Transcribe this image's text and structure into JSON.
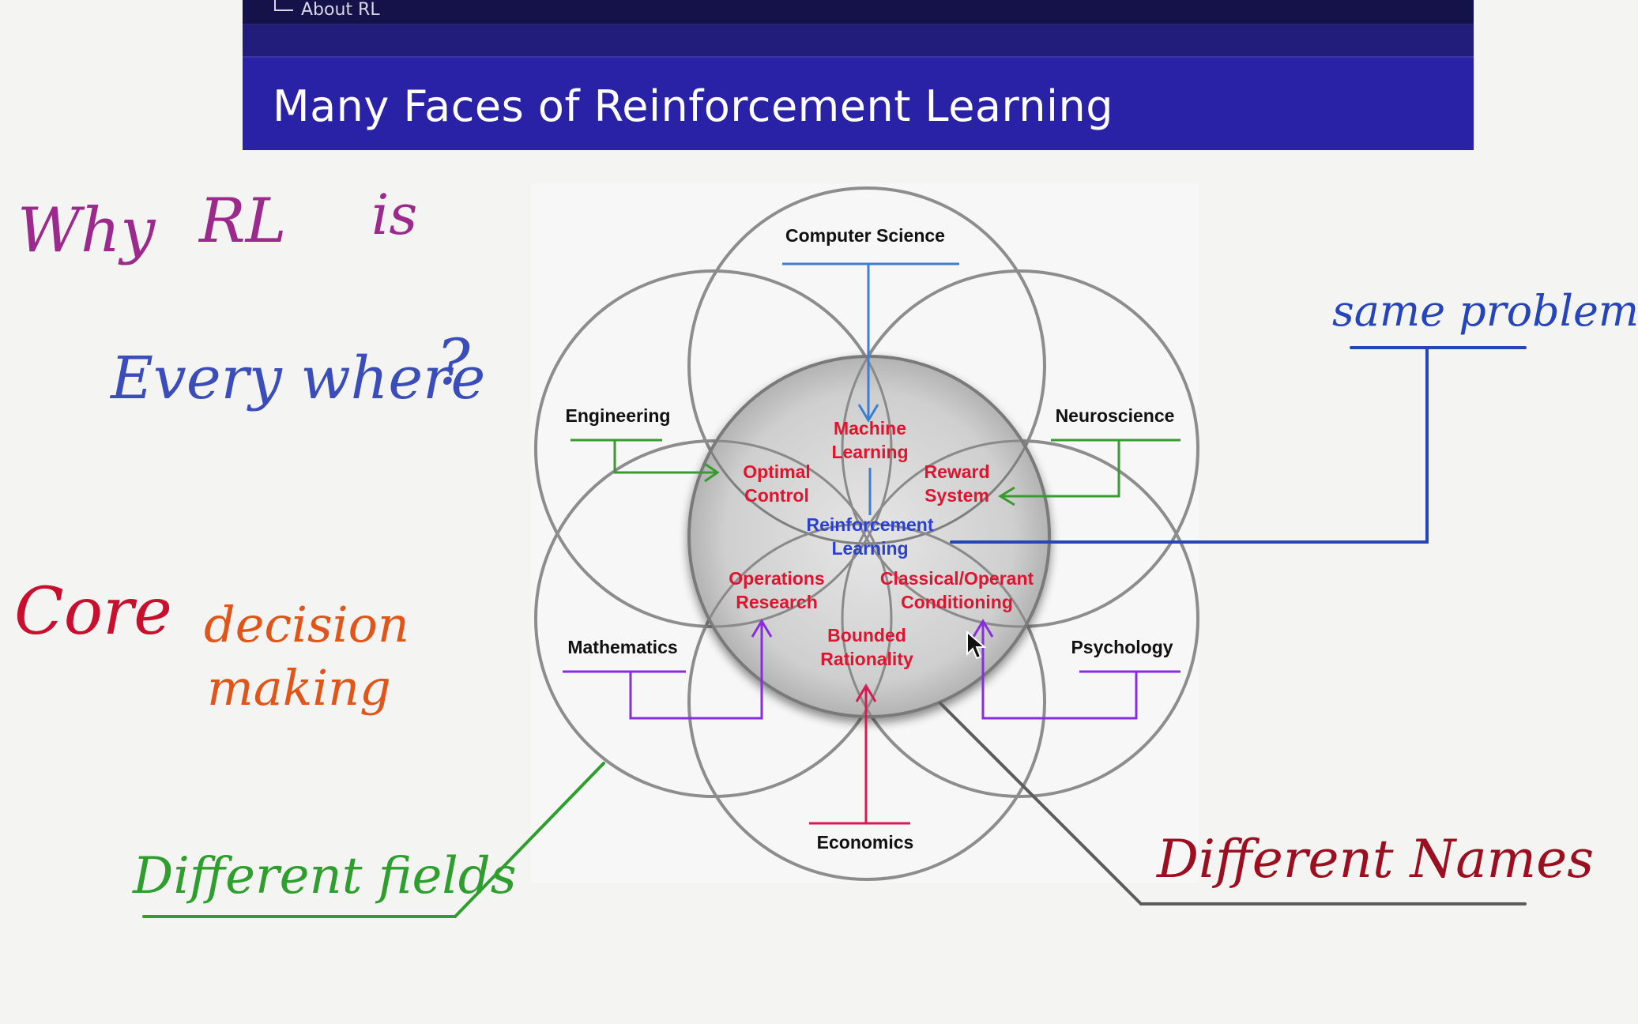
{
  "header": {
    "breadcrumb": "About RL",
    "title": "Many Faces of Reinforcement Learning"
  },
  "diagram": {
    "fields": {
      "computer_science": "Computer Science",
      "engineering": "Engineering",
      "neuroscience": "Neuroscience",
      "mathematics": "Mathematics",
      "psychology": "Psychology",
      "economics": "Economics"
    },
    "center_label": [
      "Reinforcement",
      "Learning"
    ],
    "topics": {
      "machine_learning": [
        "Machine",
        "Learning"
      ],
      "optimal_control": [
        "Optimal",
        "Control"
      ],
      "reward_system": [
        "Reward",
        "System"
      ],
      "operations_research": [
        "Operations",
        "Research"
      ],
      "classical_conditioning": [
        "Classical/Operant",
        "Conditioning"
      ],
      "bounded_rationality": [
        "Bounded",
        "Rationality"
      ]
    }
  },
  "annotations": {
    "why_line1": [
      "Why",
      "RL",
      "is"
    ],
    "why_line2": [
      "Every where",
      "?"
    ],
    "core": "Core",
    "decision": [
      "decision",
      "making"
    ],
    "same_problem": "same problem",
    "different_fields": "Different fields",
    "different_names": "Different Names"
  },
  "colors": {
    "title_bar": "#2a22a6",
    "field_label": "#111111",
    "topic_label": "#e0142e",
    "center_label": "#2b3fd0",
    "cs_arrow": "#3b7fd0",
    "eng_arrow": "#3a9a32",
    "neuro_arrow": "#3a9a32",
    "math_arrow": "#8a2be2",
    "psych_arrow": "#8a2be2",
    "econ_arrow": "#d61a55",
    "ink_why": "#9c2a8c",
    "ink_everywhere": "#3a4db8",
    "ink_core": "#c8102e",
    "ink_decision": "#e0561a",
    "ink_same_problem": "#2645b8",
    "ink_different_fields": "#2e9e2e",
    "ink_different_names": "#9a1020"
  }
}
